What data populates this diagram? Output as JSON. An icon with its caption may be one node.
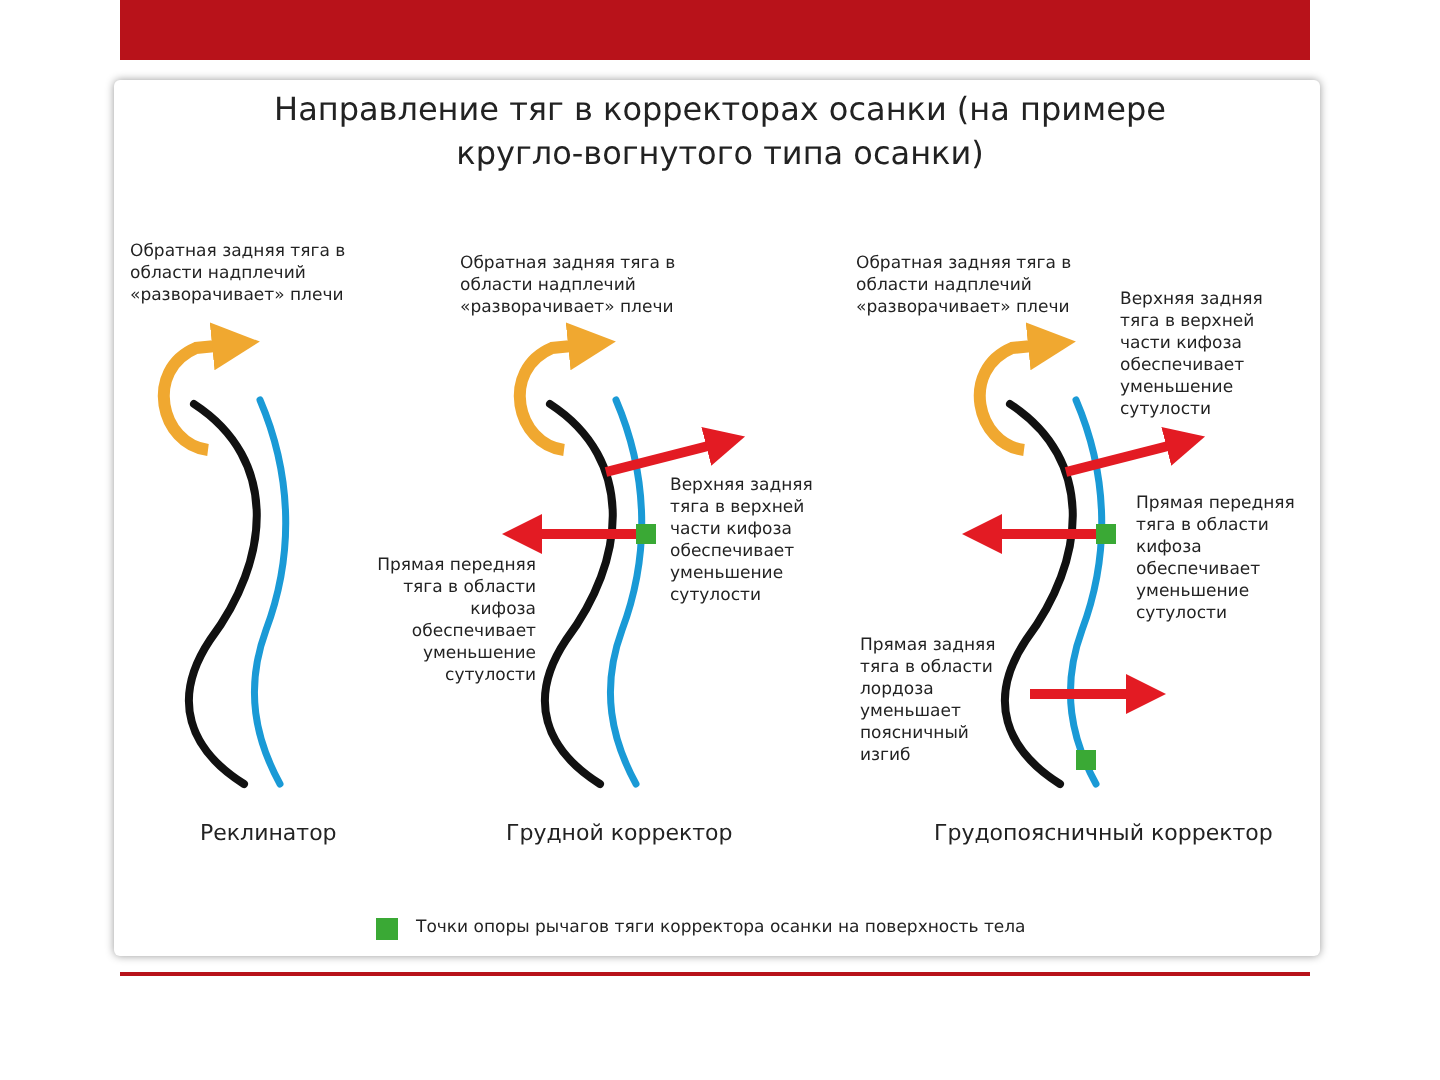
{
  "diagram": {
    "title": "Направление тяг в корректорах осанки (на примере кругло-вогнутого типа осанки)",
    "labels": [
      "Обратная задняя тяга в области надплечий «разворачивает» плечи",
      "Реклинатор",
      "Обратная задняя тяга в области надплечий «разворачивает» плечи",
      "Верхняя задняя тяга в верхней части кифоза обеспечивает уменьшение сутулости",
      "Прямая передняя тяга в области кифоза обеспечивает уменьшение сутулости",
      "Грудной корректор",
      "Обратная задняя тяга в области надплечий «разворачивает» плечи",
      "Верхняя задняя тяга в верхней части кифоза обеспечивает уменьшение сутулости",
      "Прямая передняя тяга в области кифоза обеспечивает уменьшение сутулости",
      "Прямая задняя тяга в области лордоза уменьшает поясничный изгиб",
      "Грудопоясничный корректор"
    ],
    "legend": [
      {
        "text": "Точки опоры рычагов тяги корректора осанки на поверхность тела",
        "color": "#3aa935"
      }
    ]
  }
}
